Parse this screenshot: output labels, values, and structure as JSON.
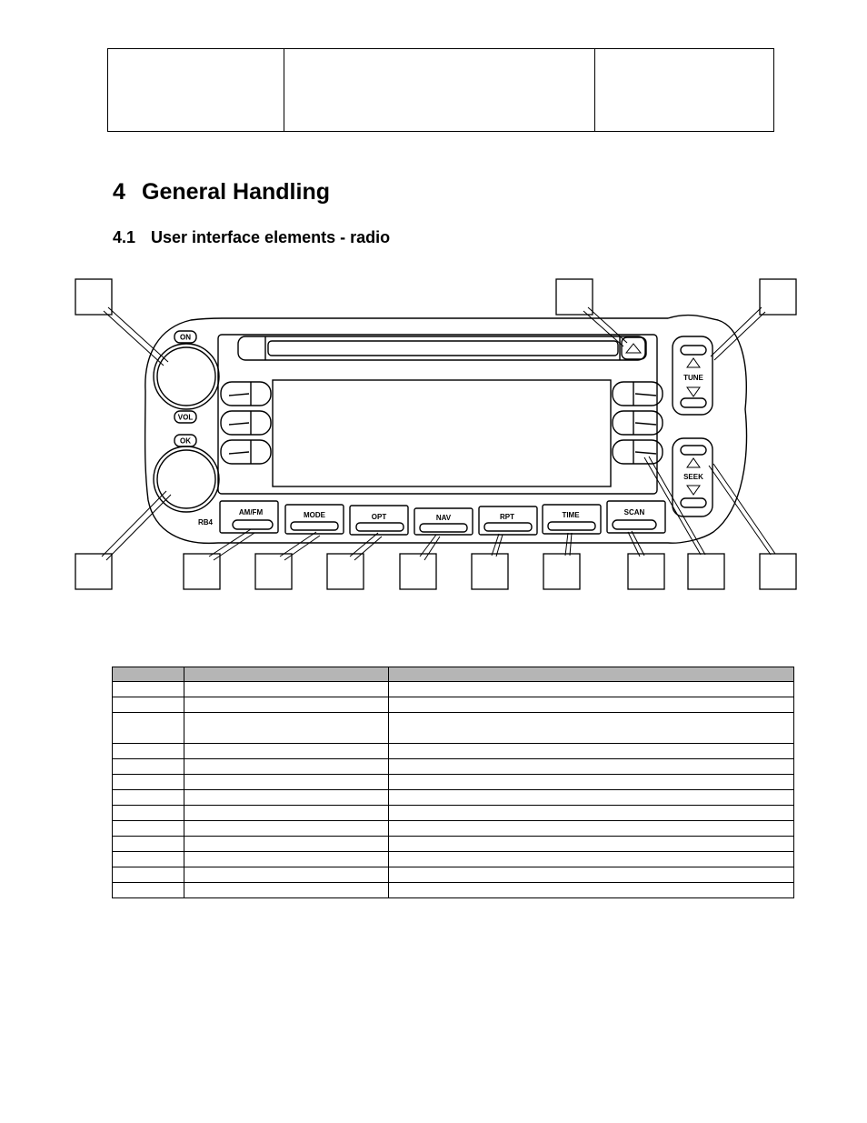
{
  "header_table": {
    "cells": [
      "",
      "",
      ""
    ]
  },
  "section": {
    "number": "4",
    "title": "General Handling"
  },
  "subsection": {
    "number": "4.1",
    "title": "User interface elements - radio"
  },
  "radio": {
    "knob_labels": {
      "on": "ON",
      "vol": "VOL",
      "ok": "OK"
    },
    "model_label": "RB4",
    "bottom_buttons": [
      "AM/FM",
      "MODE",
      "OPT",
      "NAV",
      "RPT",
      "TIME",
      "SCAN"
    ],
    "tune_label": "TUNE",
    "seek_label": "SEEK",
    "callout_labels": [
      "",
      "",
      "",
      "",
      "",
      "",
      "",
      "",
      "",
      "",
      "",
      "",
      ""
    ]
  },
  "elements_table": {
    "headers": [
      "",
      "",
      ""
    ],
    "rows": [
      [
        "",
        "",
        ""
      ],
      [
        "",
        "",
        ""
      ],
      [
        "",
        "",
        ""
      ],
      [
        "",
        "",
        ""
      ],
      [
        "",
        "",
        ""
      ],
      [
        "",
        "",
        ""
      ],
      [
        "",
        "",
        ""
      ],
      [
        "",
        "",
        ""
      ],
      [
        "",
        "",
        ""
      ],
      [
        "",
        "",
        ""
      ],
      [
        "",
        "",
        ""
      ],
      [
        "",
        "",
        ""
      ],
      [
        "",
        "",
        ""
      ]
    ]
  }
}
